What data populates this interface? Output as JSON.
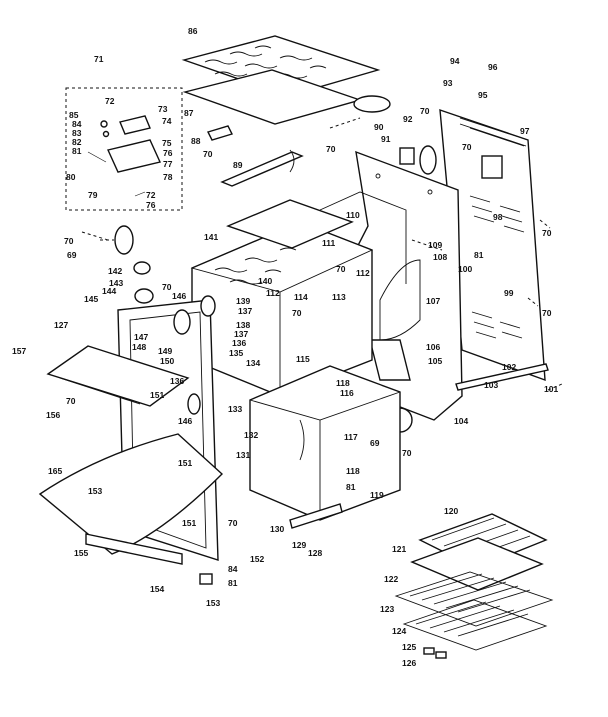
{
  "labels": [
    {
      "id": "c86",
      "text": "86"
    },
    {
      "id": "c71",
      "text": "71"
    },
    {
      "id": "c72a",
      "text": "72"
    },
    {
      "id": "c73",
      "text": "73"
    },
    {
      "id": "c85",
      "text": "85"
    },
    {
      "id": "c84",
      "text": "84"
    },
    {
      "id": "c74",
      "text": "74"
    },
    {
      "id": "c83",
      "text": "83"
    },
    {
      "id": "c75",
      "text": "75"
    },
    {
      "id": "c82",
      "text": "82"
    },
    {
      "id": "c76a",
      "text": "76"
    },
    {
      "id": "c81a",
      "text": "81"
    },
    {
      "id": "c77",
      "text": "77"
    },
    {
      "id": "c78",
      "text": "78"
    },
    {
      "id": "c80",
      "text": "80"
    },
    {
      "id": "c79",
      "text": "79"
    },
    {
      "id": "c72b",
      "text": "72"
    },
    {
      "id": "c76b",
      "text": "76"
    },
    {
      "id": "c87",
      "text": "87"
    },
    {
      "id": "c88",
      "text": "88"
    },
    {
      "id": "c70a",
      "text": "70"
    },
    {
      "id": "c89",
      "text": "89"
    },
    {
      "id": "c90",
      "text": "90"
    },
    {
      "id": "c92",
      "text": "92"
    },
    {
      "id": "c70b",
      "text": "70"
    },
    {
      "id": "c93",
      "text": "93"
    },
    {
      "id": "c94",
      "text": "94"
    },
    {
      "id": "c96",
      "text": "96"
    },
    {
      "id": "c95",
      "text": "95"
    },
    {
      "id": "c97",
      "text": "97"
    },
    {
      "id": "c70c",
      "text": "70"
    },
    {
      "id": "c91",
      "text": "91"
    },
    {
      "id": "c70d",
      "text": "70"
    },
    {
      "id": "c98",
      "text": "98"
    },
    {
      "id": "c70e",
      "text": "70"
    },
    {
      "id": "c110",
      "text": "110"
    },
    {
      "id": "c111",
      "text": "111"
    },
    {
      "id": "c109",
      "text": "109"
    },
    {
      "id": "c108",
      "text": "108"
    },
    {
      "id": "c100",
      "text": "100"
    },
    {
      "id": "c81b",
      "text": "81"
    },
    {
      "id": "c99",
      "text": "99"
    },
    {
      "id": "c70f",
      "text": "70"
    },
    {
      "id": "c69a",
      "text": "69"
    },
    {
      "id": "c70g",
      "text": "70"
    },
    {
      "id": "c141",
      "text": "141"
    },
    {
      "id": "c142",
      "text": "142"
    },
    {
      "id": "c140",
      "text": "140"
    },
    {
      "id": "c70h",
      "text": "70"
    },
    {
      "id": "c112a",
      "text": "112"
    },
    {
      "id": "c143",
      "text": "143"
    },
    {
      "id": "c144",
      "text": "144"
    },
    {
      "id": "c70i",
      "text": "70"
    },
    {
      "id": "c146",
      "text": "146"
    },
    {
      "id": "c145",
      "text": "145"
    },
    {
      "id": "c139",
      "text": "139"
    },
    {
      "id": "c112b",
      "text": "112"
    },
    {
      "id": "c114",
      "text": "114"
    },
    {
      "id": "c113",
      "text": "113"
    },
    {
      "id": "c107",
      "text": "107"
    },
    {
      "id": "c70j",
      "text": "70"
    },
    {
      "id": "c137a",
      "text": "137"
    },
    {
      "id": "c138",
      "text": "138"
    },
    {
      "id": "c127",
      "text": "127"
    },
    {
      "id": "c147",
      "text": "147"
    },
    {
      "id": "c137b",
      "text": "137"
    },
    {
      "id": "c136",
      "text": "136"
    },
    {
      "id": "c135",
      "text": "135"
    },
    {
      "id": "c148",
      "text": "148"
    },
    {
      "id": "c149",
      "text": "149"
    },
    {
      "id": "c157",
      "text": "157"
    },
    {
      "id": "c150",
      "text": "150"
    },
    {
      "id": "c134",
      "text": "134"
    },
    {
      "id": "c115",
      "text": "115"
    },
    {
      "id": "c106",
      "text": "106"
    },
    {
      "id": "c105",
      "text": "105"
    },
    {
      "id": "c102",
      "text": "102"
    },
    {
      "id": "c103",
      "text": "103"
    },
    {
      "id": "c101",
      "text": "101"
    },
    {
      "id": "c136b",
      "text": "136"
    },
    {
      "id": "c70k",
      "text": "70"
    },
    {
      "id": "c156",
      "text": "156"
    },
    {
      "id": "c151a",
      "text": "151"
    },
    {
      "id": "c146b",
      "text": "146"
    },
    {
      "id": "c133",
      "text": "133"
    },
    {
      "id": "c118",
      "text": "118"
    },
    {
      "id": "c116",
      "text": "116"
    },
    {
      "id": "c132",
      "text": "132"
    },
    {
      "id": "c104",
      "text": "104"
    },
    {
      "id": "c117",
      "text": "117"
    },
    {
      "id": "c69b",
      "text": "69"
    },
    {
      "id": "c70l",
      "text": "70"
    },
    {
      "id": "c165",
      "text": "165"
    },
    {
      "id": "c151b",
      "text": "151"
    },
    {
      "id": "c131",
      "text": "131"
    },
    {
      "id": "c118b",
      "text": "118"
    },
    {
      "id": "c81c",
      "text": "81"
    },
    {
      "id": "c119",
      "text": "119"
    },
    {
      "id": "c153a",
      "text": "153"
    },
    {
      "id": "c120",
      "text": "120"
    },
    {
      "id": "c151c",
      "text": "151"
    },
    {
      "id": "c70m",
      "text": "70"
    },
    {
      "id": "c130",
      "text": "130"
    },
    {
      "id": "c129",
      "text": "129"
    },
    {
      "id": "c128",
      "text": "128"
    },
    {
      "id": "c121",
      "text": "121"
    },
    {
      "id": "c155",
      "text": "155"
    },
    {
      "id": "c84b",
      "text": "84"
    },
    {
      "id": "c152",
      "text": "152"
    },
    {
      "id": "c122",
      "text": "122"
    },
    {
      "id": "c154",
      "text": "154"
    },
    {
      "id": "c81d",
      "text": "81"
    },
    {
      "id": "c153b",
      "text": "153"
    },
    {
      "id": "c123",
      "text": "123"
    },
    {
      "id": "c124",
      "text": "124"
    },
    {
      "id": "c125",
      "text": "125"
    },
    {
      "id": "c126",
      "text": "126"
    }
  ]
}
